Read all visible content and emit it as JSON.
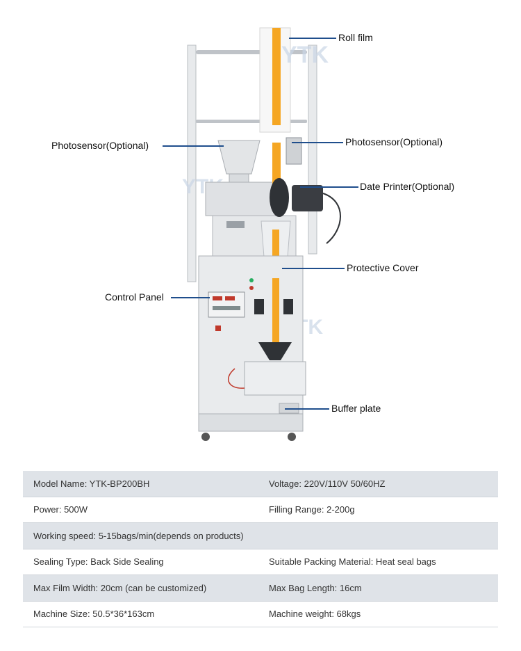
{
  "watermark": "YTK",
  "callouts": {
    "roll_film": "Roll film",
    "photosensor_left": "Photosensor(Optional)",
    "photosensor_right": "Photosensor(Optional)",
    "date_printer": "Date Printer(Optional)",
    "protective_cover": "Protective Cover",
    "control_panel": "Control Panel",
    "buffer_plate": "Buffer plate"
  },
  "colors": {
    "leader": "#1f4e8c",
    "row_shade": "#dfe3e8",
    "film_orange": "#f5a623"
  },
  "specs": {
    "model_name": "Model Name:  YTK-BP200BH",
    "voltage": "Voltage:  220V/110V 50/60HZ",
    "power": "Power:  500W",
    "filling_range": "Filling Range:  2-200g",
    "working_speed": "Working speed:  5-15bags/min(depends on products)",
    "sealing_type": "Sealing Type:  Back Side Sealing",
    "packing_material": "Suitable Packing Material:  Heat seal bags",
    "max_film_width": "Max Film Width:  20cm (can be customized)",
    "max_bag_length": "Max Bag Length:  16cm",
    "machine_size": "Machine Size:  50.5*36*163cm",
    "machine_weight": "Machine weight:  68kgs"
  }
}
